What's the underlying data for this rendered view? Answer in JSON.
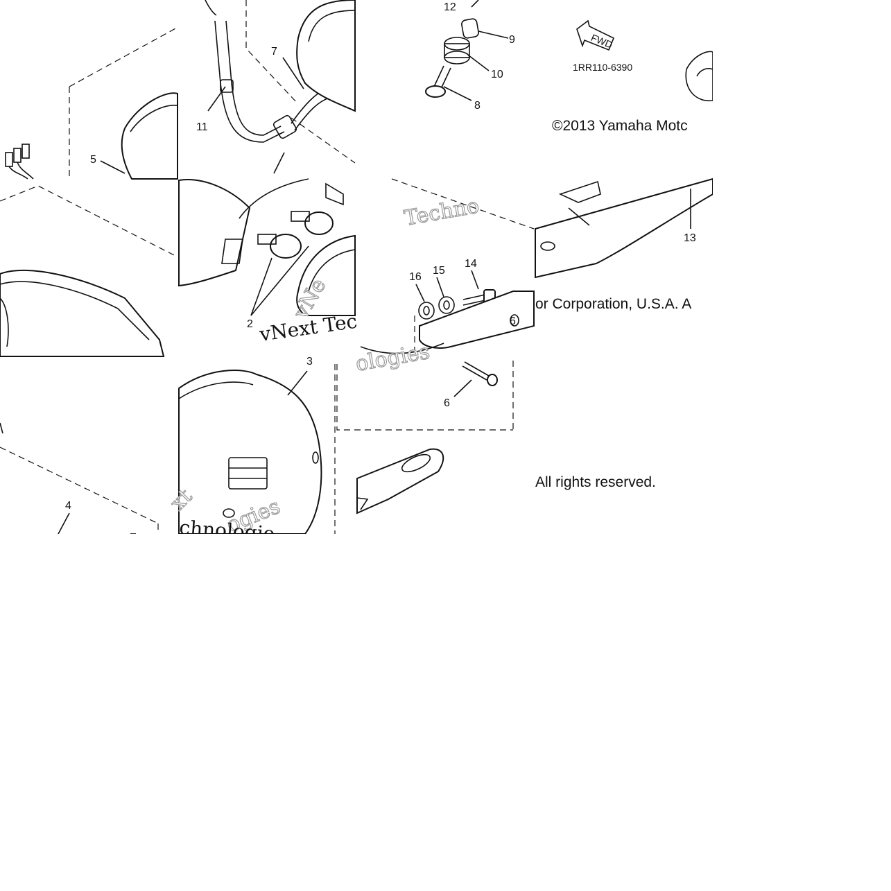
{
  "copyright": {
    "line1": "©2013 Yamaha Motc",
    "line2": "or Corporation, U.S.A. A",
    "line3": "All rights reserved."
  },
  "part_code": "1RR110-6390",
  "fwd_label": "FWD",
  "watermarks": {
    "w1": "Techno",
    "w2": "vNext Tec",
    "w3": "ologies",
    "w4": "vNe",
    "w5": "xt",
    "w6": "ogies",
    "w7": "chnologie"
  },
  "callouts": {
    "c2": "2",
    "c3": "3",
    "c4": "4",
    "c5": "5",
    "c6": "6",
    "c6b": "6",
    "c7": "7",
    "c8": "8",
    "c9": "9",
    "c10": "10",
    "c11": "11",
    "c12": "12",
    "c13": "13",
    "c14": "14",
    "c15": "15",
    "c16": "16"
  }
}
